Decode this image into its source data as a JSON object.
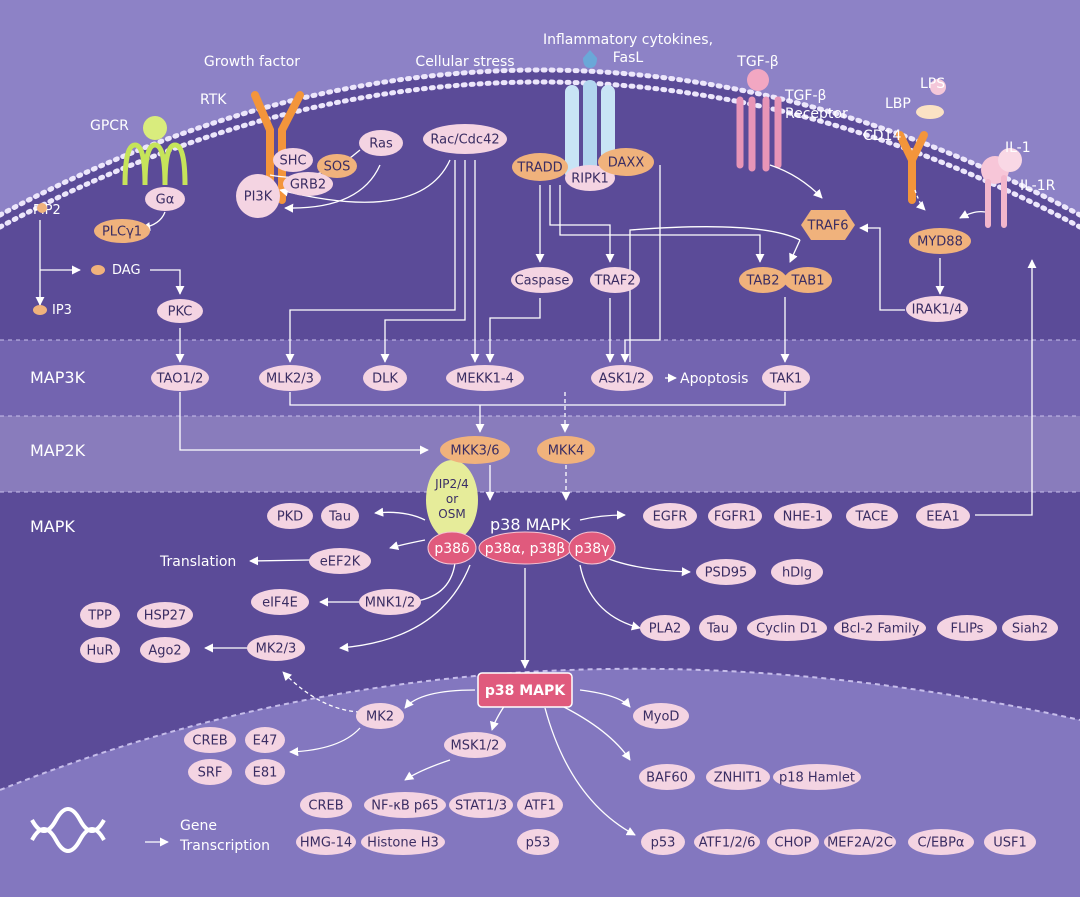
{
  "colors": {
    "background": "#5a4a96",
    "pink_node": "#f4d4e2",
    "orange_node": "#f0b27c",
    "p38_red": "#e05a7d",
    "band": "#8879c0",
    "membrane": "#e4dcf5",
    "arrow": "#ffffff"
  },
  "stimuli": {
    "growth_factor": "Growth factor",
    "cellular_stress": "Cellular stress",
    "inflammatory_1": "Inflammatory cytokines,",
    "inflammatory_2": "FasL",
    "tgfb": "TGF-β",
    "tgfb_receptor_1": "TGF-β",
    "tgfb_receptor_2": "Receptor",
    "lps": "LPS",
    "lbp": "LBP",
    "cd14": "CD14",
    "il1": "IL-1",
    "il1r": "IL-1R",
    "gpcr": "GPCR",
    "rtk": "RTK"
  },
  "molecules": {
    "galpha": "Gα",
    "pip2": "PIP2",
    "plcg1": "PLCγ1",
    "dag": "DAG",
    "ip3": "IP3",
    "pkc": "PKC",
    "shc": "SHC",
    "sos": "SOS",
    "grb2": "GRB2",
    "pi3k": "PI3K",
    "ras": "Ras",
    "rac": "Rac/Cdc42",
    "tradd": "TRADD",
    "ripk1": "RIPK1",
    "daxx": "DAXX",
    "caspase": "Caspase",
    "traf2": "TRAF2",
    "traf6": "TRAF6",
    "tab2": "TAB2",
    "tab1": "TAB1",
    "myd88": "MYD88",
    "irak": "IRAK1/4"
  },
  "tiers": {
    "map3k": "MAP3K",
    "map2k": "MAP2K",
    "mapk": "MAPK"
  },
  "map3k": {
    "tao": "TAO1/2",
    "mlk": "MLK2/3",
    "dlk": "DLK",
    "mekk": "MEKK1-4",
    "ask": "ASK1/2",
    "apoptosis": "Apoptosis",
    "tak1": "TAK1"
  },
  "map2k": {
    "mkk36": "MKK3/6",
    "mkk4": "MKK4"
  },
  "mapk": {
    "jip_1": "JIP2/4",
    "jip_2": "or",
    "jip_3": "OSM",
    "p38_label": "p38 MAPK",
    "p38d": "p38δ",
    "p38ab": "p38α, p38β",
    "p38g": "p38γ"
  },
  "substrates": {
    "pkd": "PKD",
    "tau": "Tau",
    "translation": "Translation",
    "eef2k": "eEF2K",
    "eif4e": "eIF4E",
    "mnk": "MNK1/2",
    "tpp": "TPP",
    "hsp27": "HSP27",
    "hur": "HuR",
    "ago2": "Ago2",
    "mk23": "MK2/3",
    "egfr": "EGFR",
    "fgfr1": "FGFR1",
    "nhe1": "NHE-1",
    "tace": "TACE",
    "eea1": "EEA1",
    "psd95": "PSD95",
    "hdlg": "hDlg",
    "pla2": "PLA2",
    "tau2": "Tau",
    "cyclind1": "Cyclin D1",
    "bcl2": "Bcl-2 Family",
    "flips": "FLIPs",
    "siah2": "Siah2"
  },
  "nucleus": {
    "p38_box": "p38 MAPK",
    "mk2": "MK2",
    "creb_a": "CREB",
    "e47": "E47",
    "srf": "SRF",
    "e81": "E81",
    "msk": "MSK1/2",
    "creb_b": "CREB",
    "nfkb": "NF-κB p65",
    "stat": "STAT1/3",
    "atf1": "ATF1",
    "hmg14": "HMG-14",
    "histone": "Histone H3",
    "p53_a": "p53",
    "myod": "MyoD",
    "baf60": "BAF60",
    "znhit1": "ZNHIT1",
    "p18": "p18 Hamlet",
    "p53_b": "p53",
    "atf126": "ATF1/2/6",
    "chop": "CHOP",
    "mef2": "MEF2A/2C",
    "cebpa": "C/EBPα",
    "usf1": "USF1",
    "gene_1": "Gene",
    "gene_2": "Transcription"
  }
}
